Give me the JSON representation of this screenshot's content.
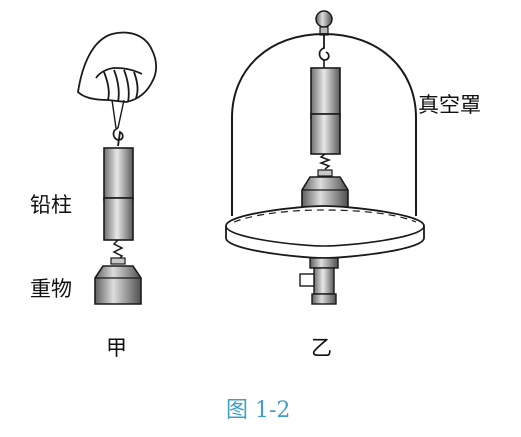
{
  "labels": {
    "lead_cylinder": "铅柱",
    "weight": "重物",
    "vacuum_cover": "真空罩",
    "panel_a": "甲",
    "panel_b": "乙"
  },
  "caption": "图 1-2",
  "colors": {
    "ink": "#1a1a1a",
    "caption": "#3f9fc9",
    "shade_dark": "#6f6f6f",
    "shade_light": "#e6e6e6"
  }
}
